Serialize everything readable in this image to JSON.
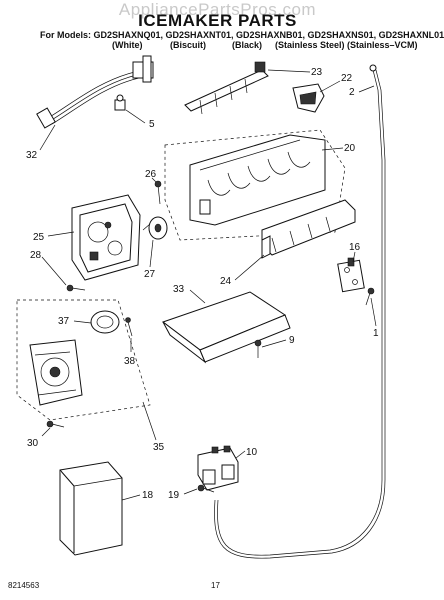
{
  "watermark": "AppliancePartsPros.com",
  "title": "ICEMAKER PARTS",
  "models_line": "For Models: GD2SHAXNQ01, GD2SHAXNT01, GD2SHAXNB01, GD2SHAXNS01, GD2SHAXNL01",
  "variants": [
    "(White)",
    "(Biscuit)",
    "(Black)",
    "(Stainless Steel)",
    "(Stainless–VCM)"
  ],
  "part_numbers": [
    "23",
    "22",
    "5",
    "2",
    "32",
    "20",
    "26",
    "25",
    "27",
    "28",
    "16",
    "24",
    "33",
    "37",
    "9",
    "38",
    "1",
    "35",
    "30",
    "10",
    "18",
    "19"
  ],
  "footer": {
    "doc_number": "8214563",
    "page_number": "17"
  }
}
